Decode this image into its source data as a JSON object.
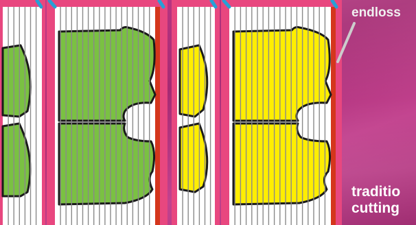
{
  "labels": {
    "endloss": "endloss",
    "traditional": "traditio",
    "cutting": "cutting"
  },
  "colors": {
    "background": "#b8337a",
    "panel_border": "#e8477f",
    "sheet": "#ffffff",
    "grid_line": "#8a8a8a",
    "end_bar": "#d4361c",
    "piece_green": "#7ac142",
    "piece_yellow": "#ffee00",
    "corner_marker": "#27a0d6",
    "pointer": "#cccccc"
  },
  "panels": [
    {
      "name": "sheet-1",
      "piece_color": "green"
    },
    {
      "name": "sheet-2",
      "piece_color": "green"
    },
    {
      "name": "sheet-3",
      "piece_color": "yellow"
    },
    {
      "name": "sheet-4",
      "piece_color": "yellow"
    }
  ]
}
